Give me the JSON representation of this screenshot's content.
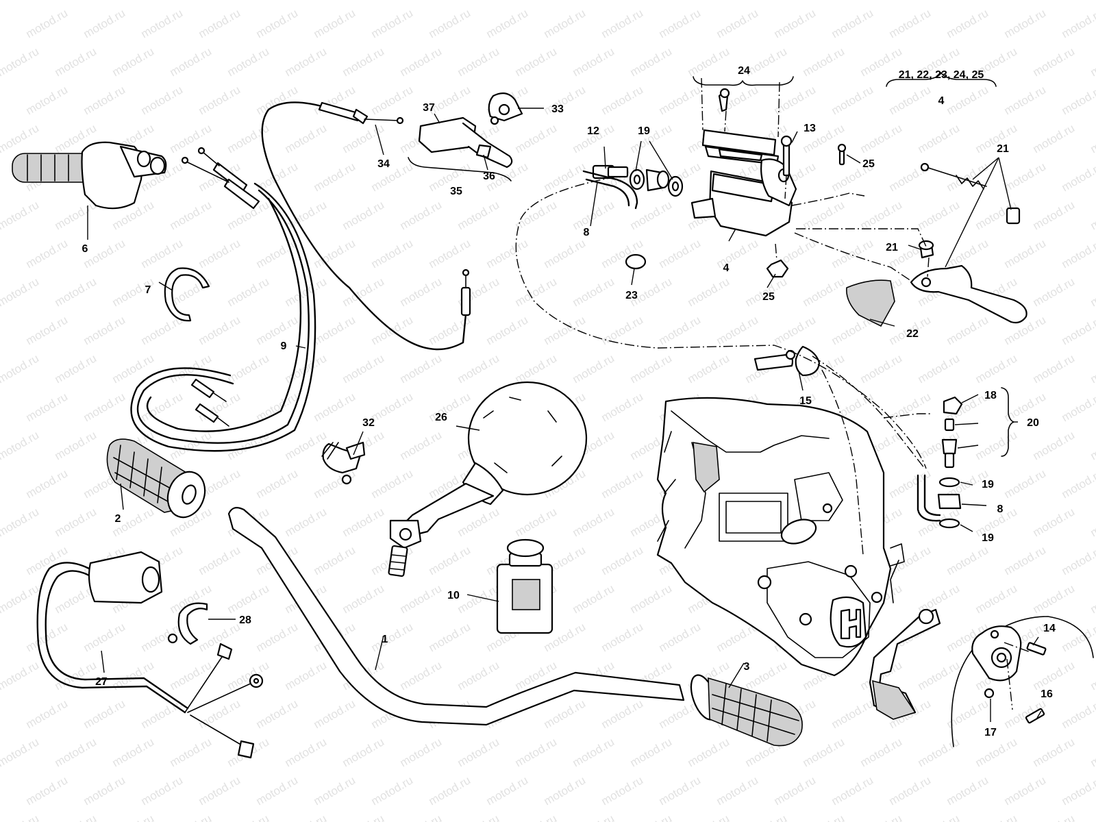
{
  "watermark": "motod.ru",
  "callouts": {
    "n1": "1",
    "n2": "2",
    "n3": "3",
    "n4": "4",
    "n4b": "4",
    "n6": "6",
    "n7": "7",
    "n8": "8",
    "n8b": "8",
    "n9": "9",
    "n10": "10",
    "n12": "12",
    "n13": "13",
    "n14": "14",
    "n15": "15",
    "n16": "16",
    "n17": "17",
    "n18": "18",
    "n19": "19",
    "n19b": "19",
    "n19c": "19",
    "n20": "20",
    "n21": "21",
    "n21b": "21",
    "n22": "22",
    "n23": "23",
    "n24": "24",
    "n25": "25",
    "n25b": "25",
    "n26": "26",
    "n27": "27",
    "n28": "28",
    "n32": "32",
    "n33": "33",
    "n34": "34",
    "n35": "35",
    "n36": "36",
    "n37": "37"
  },
  "kit_note": {
    "parts": "21, 22, 23, 24, 25",
    "kit": "4"
  },
  "logo": "H"
}
